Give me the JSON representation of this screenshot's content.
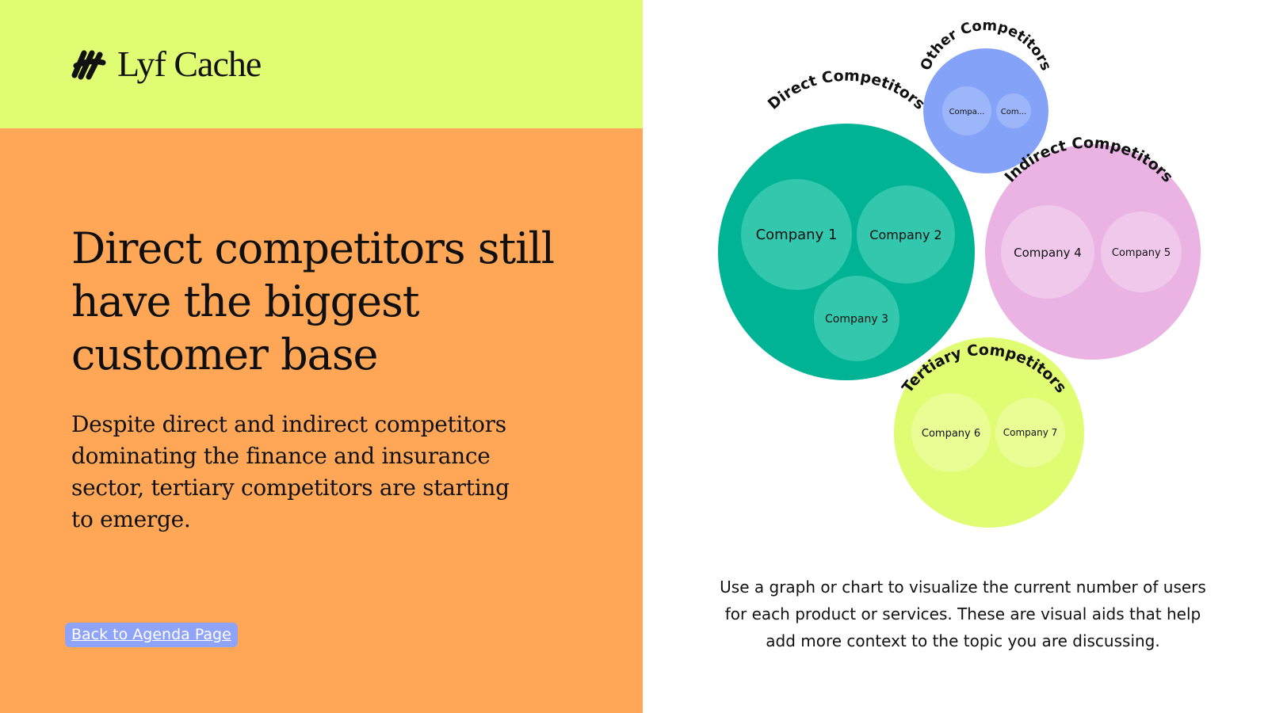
{
  "brand": {
    "name": "Lyf Cache"
  },
  "slide": {
    "headline": "Direct competitors still have the biggest customer base",
    "body": "Despite direct and indirect competitors dominating the finance and insurance sector, tertiary competitors are starting to emerge.",
    "back_link": "Back to Agenda Page"
  },
  "caption": "Use a graph or chart to visualize the current number of users for each product or services. These are visual aids that help add more context to the topic you are discussing.",
  "colors": {
    "top_left_bg": "#e0fc72",
    "left_bg": "#ffa756",
    "direct": "#00b394",
    "indirect": "#eab3e3",
    "other": "#84a2f8",
    "tertiary": "#e0fc72",
    "link_bg": "#8fa4f8"
  },
  "groups": [
    {
      "label": "Direct Competitors",
      "color": "#00b394",
      "companies": [
        {
          "label": "Company 1"
        },
        {
          "label": "Company 2"
        },
        {
          "label": "Company 3"
        }
      ]
    },
    {
      "label": "Other Competitors",
      "color": "#84a2f8",
      "companies": [
        {
          "label": "Compa..."
        },
        {
          "label": "Com..."
        }
      ]
    },
    {
      "label": "Indirect Competitors",
      "color": "#eab3e3",
      "companies": [
        {
          "label": "Company 4"
        },
        {
          "label": "Company 5"
        }
      ]
    },
    {
      "label": "Tertiary Competitors",
      "color": "#e0fc72",
      "companies": [
        {
          "label": "Company 6"
        },
        {
          "label": "Company 7"
        }
      ]
    }
  ]
}
